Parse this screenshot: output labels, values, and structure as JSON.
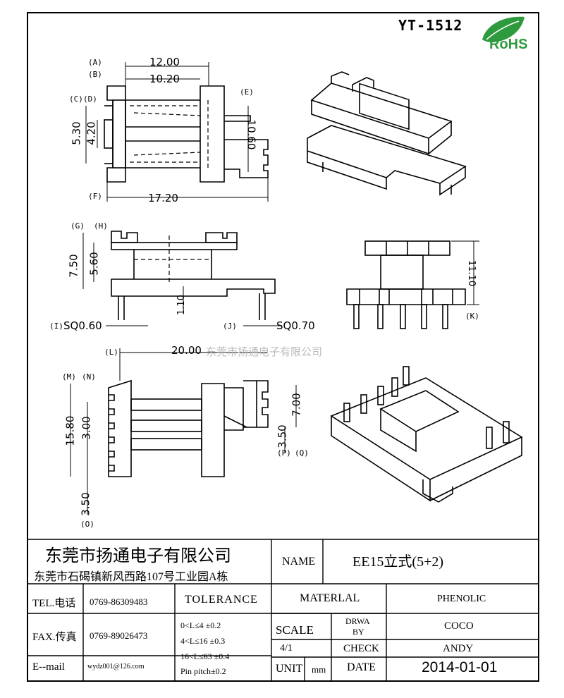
{
  "part_number": "YT-1512",
  "rohs_logo_text": "RoHS",
  "watermark": "东莞市扬通电子有限公司",
  "dimensions": {
    "d_12_00": "12.00",
    "d_10_20": "10.20",
    "d_5_30": "5.30",
    "d_4_20": "4.20",
    "d_10_60": "10.60",
    "d_17_20": "17.20",
    "d_7_50": "7.50",
    "d_5_60": "5.60",
    "d_1_10": "1.10",
    "d_sq060": "SQ0.60",
    "d_sq070": "SQ0.70",
    "d_11_10": "11.10",
    "d_20_00": "20.00",
    "d_15_80": "15.80",
    "d_3_00": "3.00",
    "d_7_00": "7.00",
    "d_3_50a": "3.50",
    "d_3_50b": "3.50"
  },
  "refs": {
    "A": "(A)",
    "B": "(B)",
    "C": "(C)",
    "D": "(D)",
    "E": "(E)",
    "F": "(F)",
    "G": "(G)",
    "H": "(H)",
    "I": "(I)",
    "J": "(J)",
    "K": "(K)",
    "L": "(L)",
    "M": "(M)",
    "N": "(N)",
    "O": "(O)",
    "P": "(P)",
    "Q": "(Q)"
  },
  "title_block": {
    "company": "东莞市扬通电子有限公司",
    "address": "东莞市石碣镇新风西路107号工业园A栋",
    "name_label": "NAME",
    "name_value": "EE15立式(5+2)",
    "tel_label": "TEL.电话",
    "tel_value": "0769-86309483",
    "fax_label": "FAX.传真",
    "fax_value": "0769-89026473",
    "email_label": "E--mail",
    "email_value": "wydz001@126.com",
    "tolerance_label": "TOLERANCE",
    "tol_1": "0<L≤4   ±0.2",
    "tol_2": "4<L≤16  ±0.3",
    "tol_3": "16<L≤63 ±0.4",
    "tol_4": "Pin pitch±0.2",
    "material_label": "MATERLAL",
    "material_value": "PHENOLIC",
    "scale_label": "SCALE",
    "scale_value": "4/1",
    "drawn_label_1": "DRWA",
    "drawn_label_2": "BY",
    "drawn_value": "COCO",
    "check_label": "CHECK",
    "check_value": "ANDY",
    "unit_label": "UNIT",
    "unit_value": "mm",
    "date_label": "DATE",
    "date_value": "2014-01-01"
  }
}
